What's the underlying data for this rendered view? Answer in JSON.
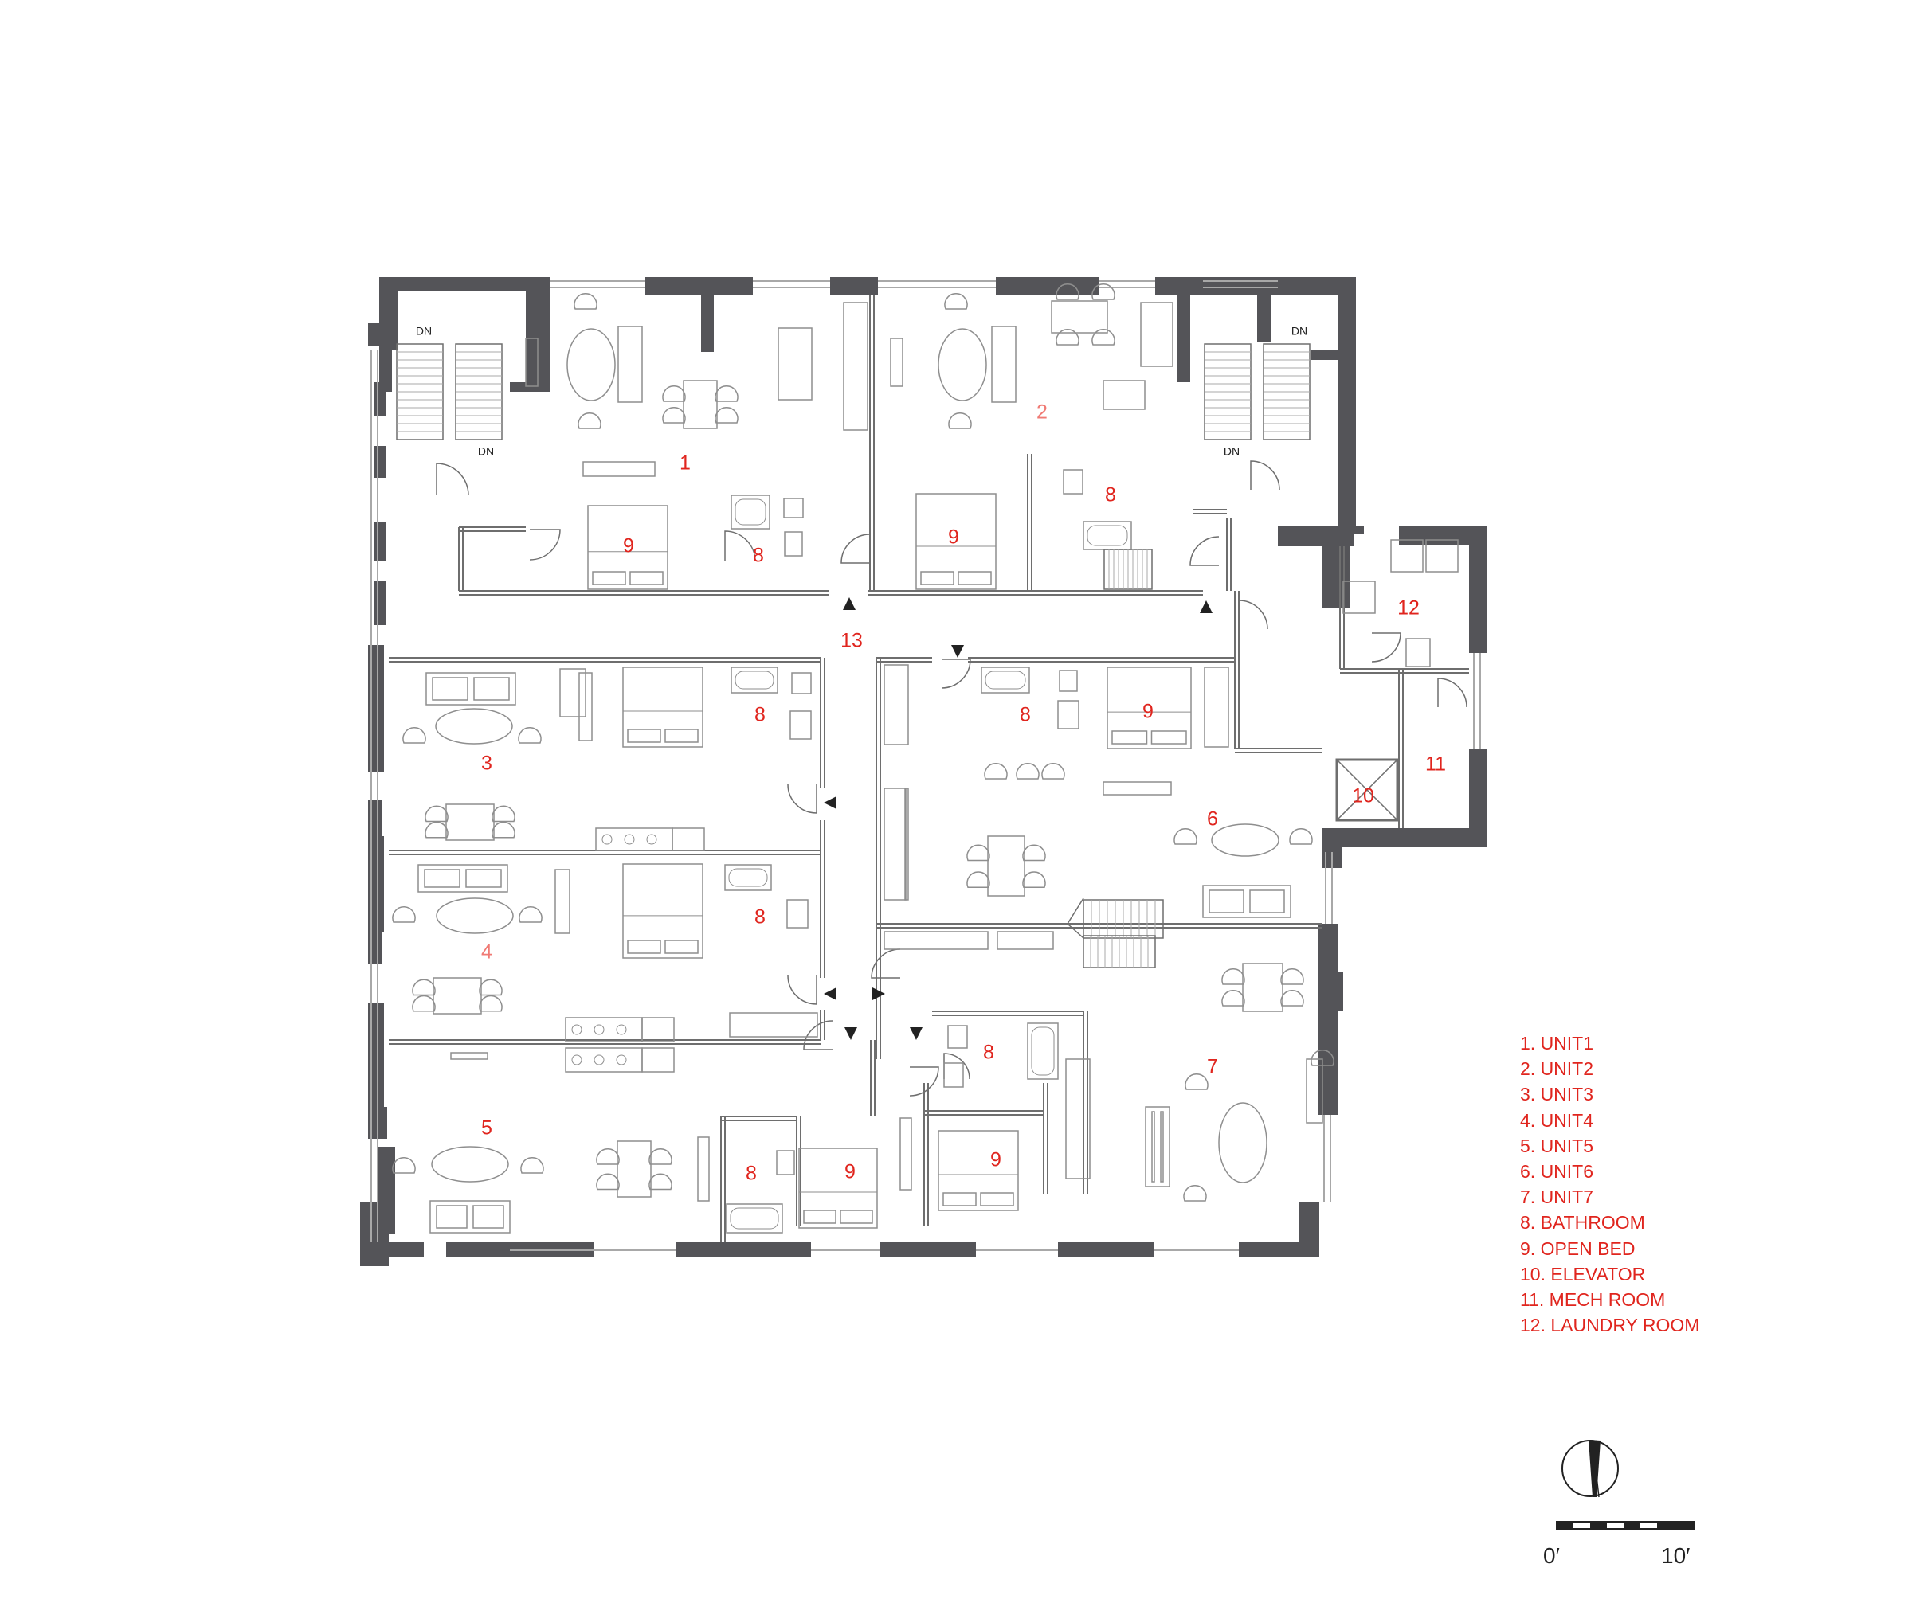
{
  "colors": {
    "wall": "#545458",
    "line": "#6e6e6e",
    "thin": "#a8a8a8",
    "furniture": "#8e8e8e",
    "label": "#e0251e",
    "label_light": "#f07a74",
    "dark": "#222222"
  },
  "stair_labels": [
    "DN",
    "DN",
    "DN",
    "DN"
  ],
  "room_labels": [
    {
      "text": "1"
    },
    {
      "text": "2"
    },
    {
      "text": "3"
    },
    {
      "text": "4"
    },
    {
      "text": "5"
    },
    {
      "text": "6"
    },
    {
      "text": "7"
    },
    {
      "text": "8"
    },
    {
      "text": "8"
    },
    {
      "text": "8"
    },
    {
      "text": "8"
    },
    {
      "text": "8"
    },
    {
      "text": "8"
    },
    {
      "text": "8"
    },
    {
      "text": "9"
    },
    {
      "text": "9"
    },
    {
      "text": "9"
    },
    {
      "text": "9"
    },
    {
      "text": "9"
    },
    {
      "text": "10"
    },
    {
      "text": "11"
    },
    {
      "text": "12"
    },
    {
      "text": "13"
    }
  ],
  "legend": [
    "1. UNIT1",
    "2. UNIT2",
    "3. UNIT3",
    "4. UNIT4",
    "5. UNIT5",
    "6. UNIT6",
    "7. UNIT7",
    "8. BATHROOM",
    "9. OPEN BED",
    "10. ELEVATOR",
    "11. MECH ROOM",
    "12. LAUNDRY ROOM"
  ],
  "scale_bar": {
    "start": "0′",
    "end": "10′"
  },
  "icons": {
    "north_arrow": "north-arrow-icon",
    "scale_bar": "scale-bar-icon"
  }
}
